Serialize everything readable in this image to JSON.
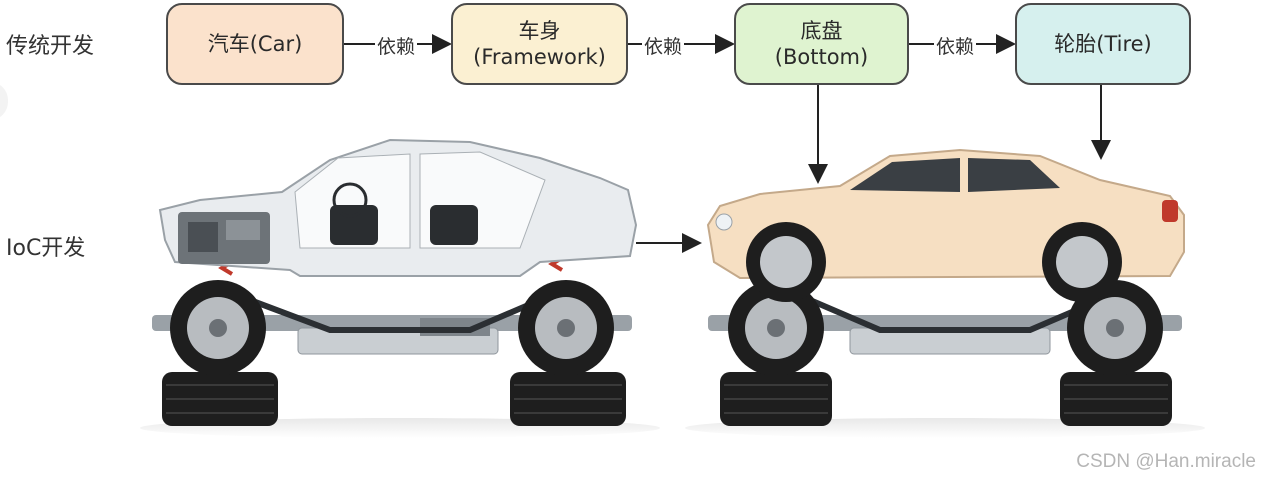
{
  "rows": {
    "traditional": "传统开发",
    "ioc": "IoC开发"
  },
  "nodes": {
    "car": {
      "line1": "汽车(Car)",
      "line2": ""
    },
    "framework": {
      "line1": "车身",
      "line2": "(Framework)"
    },
    "bottom": {
      "line1": "底盘",
      "line2": "(Bottom)"
    },
    "tire": {
      "line1": "轮胎(Tire)",
      "line2": ""
    }
  },
  "edges": [
    "依赖",
    "依赖",
    "依赖"
  ],
  "colors": {
    "car": "#fbe2cc",
    "framework": "#fbf0d2",
    "bottom": "#dff3d0",
    "tire": "#1e1e1e",
    "border": "#4a4a4a",
    "body_white": "#e9ecef",
    "body_beige": "#f6dfc2",
    "rim": "#b8bcc0"
  },
  "watermark": "CSDN @Han.miracle"
}
